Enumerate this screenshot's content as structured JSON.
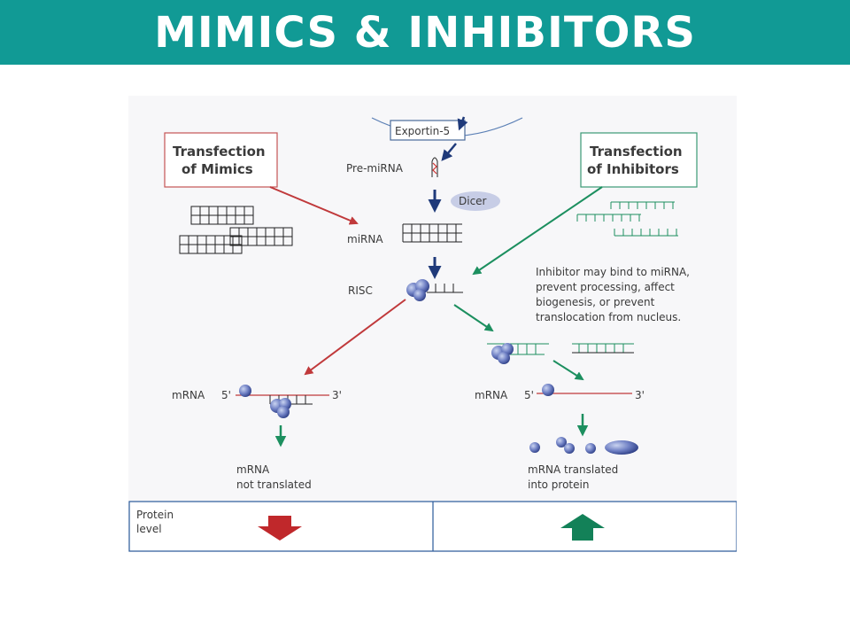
{
  "slide": {
    "title": "MIMICS & INHIBITORS",
    "header_color": "#119a95"
  },
  "diagram": {
    "exportin_label": "Exportin-5",
    "pre_mirna_label": "Pre-miRNA",
    "dicer_label": "Dicer",
    "mirna_label": "miRNA",
    "risc_label": "RISC",
    "mimics_box": {
      "line1": "Transfection",
      "line2": "of Mimics"
    },
    "inhibitors_box": {
      "line1": "Transfection",
      "line2": "of Inhibitors"
    },
    "inhibitor_note": [
      "Inhibitor may bind to miRNA,",
      "prevent processing, affect",
      "biogenesis, or prevent",
      "translocation from nucleus."
    ],
    "left_mrna": {
      "label": "mRNA",
      "five": "5'",
      "three": "3'"
    },
    "right_mrna": {
      "label": "mRNA",
      "five": "5'",
      "three": "3'"
    },
    "left_outcome": [
      "mRNA",
      "not translated"
    ],
    "right_outcome": [
      "mRNA translated",
      "into protein"
    ],
    "protein_level": [
      "Protein",
      "level"
    ],
    "colors": {
      "mimic_arrow": "#c0393b",
      "inhibitor_arrow": "#1c8f5f",
      "pathway_arrow": "#1f3a7a",
      "down_arrow": "#c0282b",
      "up_arrow": "#138158"
    }
  }
}
